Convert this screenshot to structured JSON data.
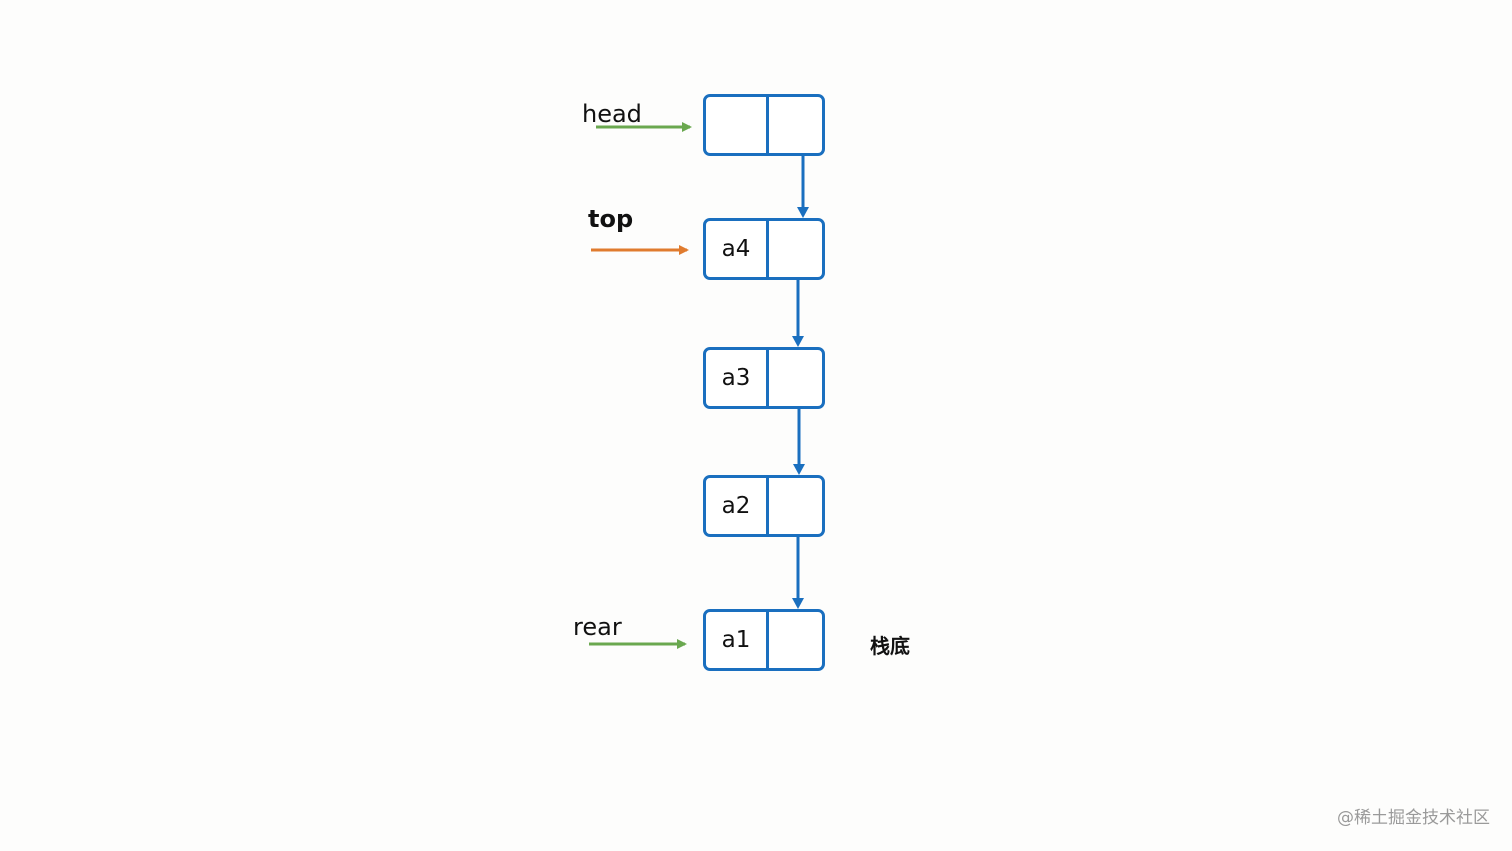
{
  "colors": {
    "node_border": "#1a6fbf",
    "link": "#1a6fbf",
    "head_arrow": "#6aa84f",
    "top_arrow": "#e07b2e",
    "rear_arrow": "#6aa84f",
    "text": "#111111",
    "watermark": "#9a9a9a"
  },
  "pointers": {
    "head": "head",
    "top": "top",
    "rear": "rear"
  },
  "nodes": [
    {
      "data": ""
    },
    {
      "data": "a4"
    },
    {
      "data": "a3"
    },
    {
      "data": "a2"
    },
    {
      "data": "a1"
    }
  ],
  "bottom_label": "栈底",
  "watermark": "@稀土掘金技术社区"
}
